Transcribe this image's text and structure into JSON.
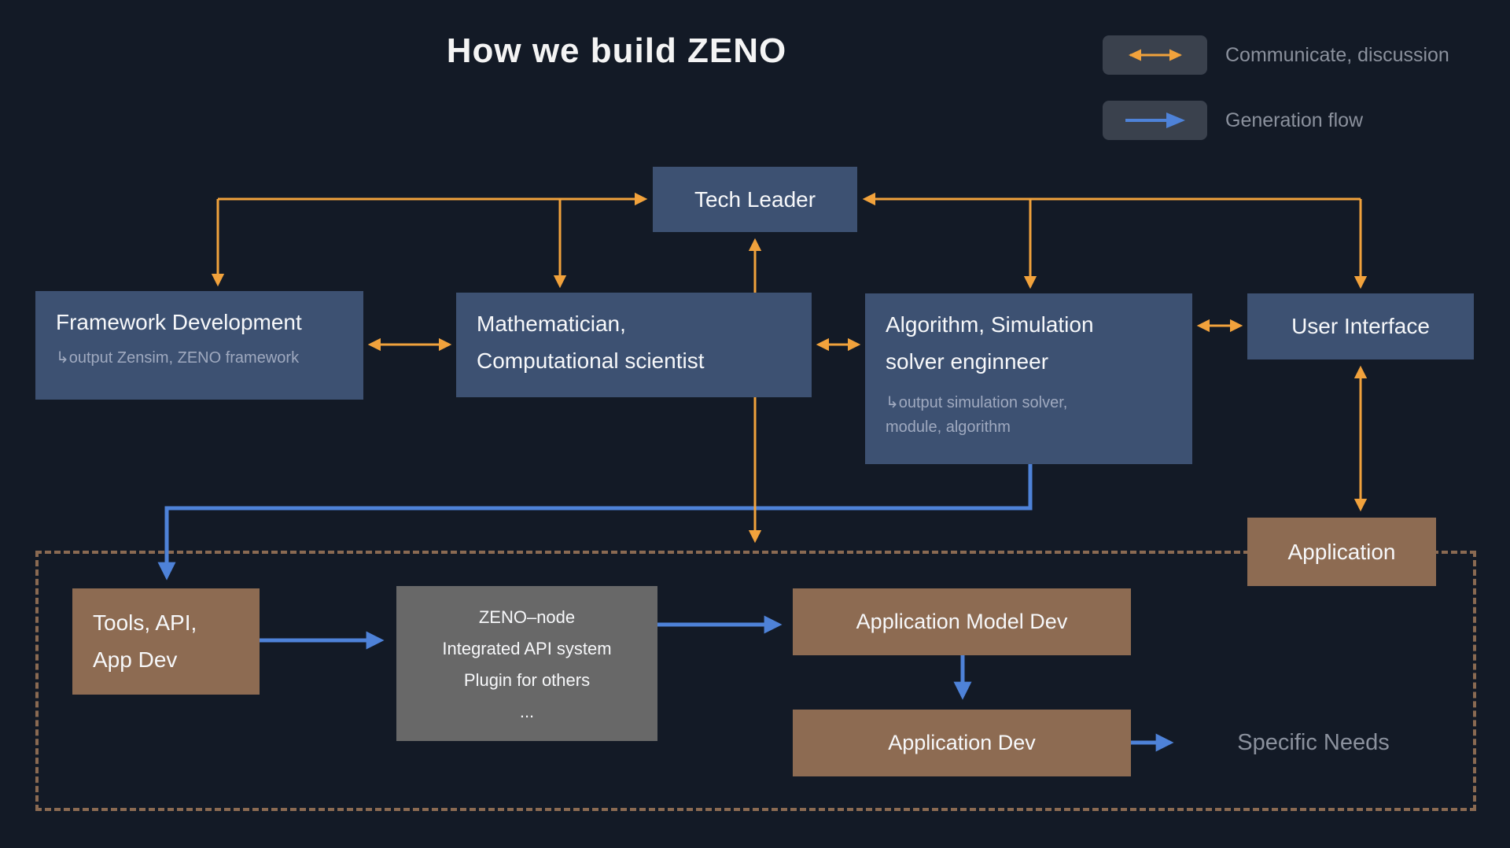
{
  "title": "How we build ZENO",
  "legend": {
    "communicate": "Communicate, discussion",
    "generation": "Generation flow"
  },
  "nodes": {
    "tech_leader": "Tech Leader",
    "framework": {
      "title": "Framework Development",
      "output": "↳output Zensim, ZENO framework"
    },
    "mathematician": {
      "line1": "Mathematician,",
      "line2": "Computational scientist"
    },
    "algorithm": {
      "line1": "Algorithm, Simulation",
      "line2": "solver enginneer",
      "output1": "↳output simulation solver,",
      "output2": "module, algorithm"
    },
    "user_interface": "User Interface",
    "application": "Application",
    "tools": {
      "line1": "Tools, API,",
      "line2": "App Dev"
    },
    "zeno_node": {
      "line1": "ZENO–node",
      "line2": "Integrated API system",
      "line3": "Plugin for others",
      "line4": "..."
    },
    "app_model_dev": "Application Model Dev",
    "app_dev": "Application Dev",
    "specific_needs": "Specific Needs"
  },
  "colors": {
    "background": "#131A26",
    "box_blue": "#3D5172",
    "box_brown": "#8D6B52",
    "box_gray": "#686868",
    "arrow_communicate": "#F1A23C",
    "arrow_generation": "#4E82D8",
    "legend_chip": "#3A414D",
    "muted_text": "#8B919D",
    "box_subtext": "#9FA9BF",
    "dashed_border": "#8A6A52"
  }
}
